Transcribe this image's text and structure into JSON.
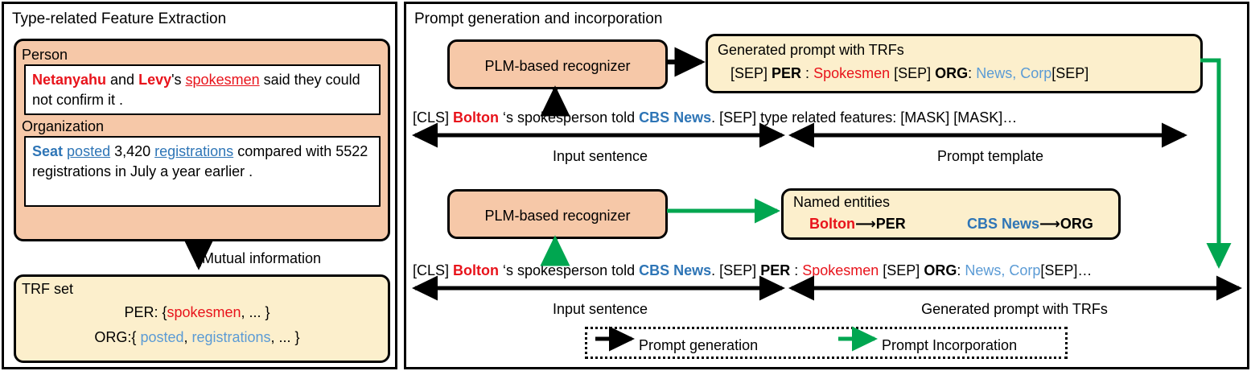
{
  "left": {
    "title": "Type-related Feature Extraction",
    "person_label": "Person",
    "person_sentence": {
      "part1": "Netanyahu",
      "part2": " and ",
      "part3": "Levy",
      "part4": "'s ",
      "part5": "spokesmen",
      "part6": " said they could not confirm it ."
    },
    "organization_label": "Organization",
    "org_sentence": {
      "part1": "Seat",
      "part2": " ",
      "part3": "posted",
      "part4": " 3,420 ",
      "part5": "registrations",
      "part6": " compared with 5522 registrations in July a year earlier ."
    },
    "mutual_information_label": "Mutual information",
    "trf_set_label": "TRF set",
    "trf_per": {
      "prefix": "PER: {",
      "feature": "spokesmen",
      "suffix": ", ... }"
    },
    "trf_org": {
      "prefix": "ORG:{ ",
      "feature1": "posted",
      "mid": ", ",
      "feature2": "registrations",
      "suffix": ", ... }"
    }
  },
  "right": {
    "title": "Prompt generation and incorporation",
    "recognizer_top_label": "PLM-based recognizer",
    "recognizer_bottom_label": "PLM-based recognizer",
    "generated_prompt_box": {
      "heading": "Generated prompt with TRFs",
      "sep1": "[SEP] ",
      "per": "PER",
      "colon1": " : ",
      "per_value": "Spokesmen",
      "sep2": " [SEP] ",
      "org": "ORG",
      "colon2": ": ",
      "org_value": "News, Corp",
      "sep3": "[SEP]"
    },
    "named_entities_box": {
      "heading": "Named entities",
      "entity1": "Bolton",
      "type1": "PER",
      "entity2": "CBS News",
      "type2": "ORG"
    },
    "top_sequence": {
      "cls": "[CLS] ",
      "entity1": "Bolton",
      "mid": " ‘s spokesperson told ",
      "entity2": "CBS News",
      "period": ". ",
      "template": "[SEP] type related features: [MASK] [MASK]…"
    },
    "bottom_sequence": {
      "cls": "[CLS] ",
      "entity1": "Bolton",
      "mid": " ‘s spokesperson told ",
      "entity2": "CBS News",
      "period": ". ",
      "sep1": "[SEP] ",
      "per": "PER",
      "colon1": " : ",
      "per_value": "Spokesmen",
      "sep2": " [SEP] ",
      "org": "ORG",
      "colon2": ": ",
      "org_value": "News, Corp",
      "sep3": "[SEP]…"
    },
    "span_input_top": "Input sentence",
    "span_prompt_template": "Prompt template",
    "span_input_bottom": "Input sentence",
    "span_generated_prompt": "Generated prompt with TRFs",
    "legend": {
      "item1": "Prompt generation",
      "item2": "Prompt Incorporation"
    }
  },
  "colors": {
    "peach": "#F6C8A8",
    "cream": "#FCEFCC",
    "red": "#E8131B",
    "blue": "#2E75B6",
    "blue_light": "#5B9BD5",
    "green": "#00A650",
    "black": "#000000"
  }
}
